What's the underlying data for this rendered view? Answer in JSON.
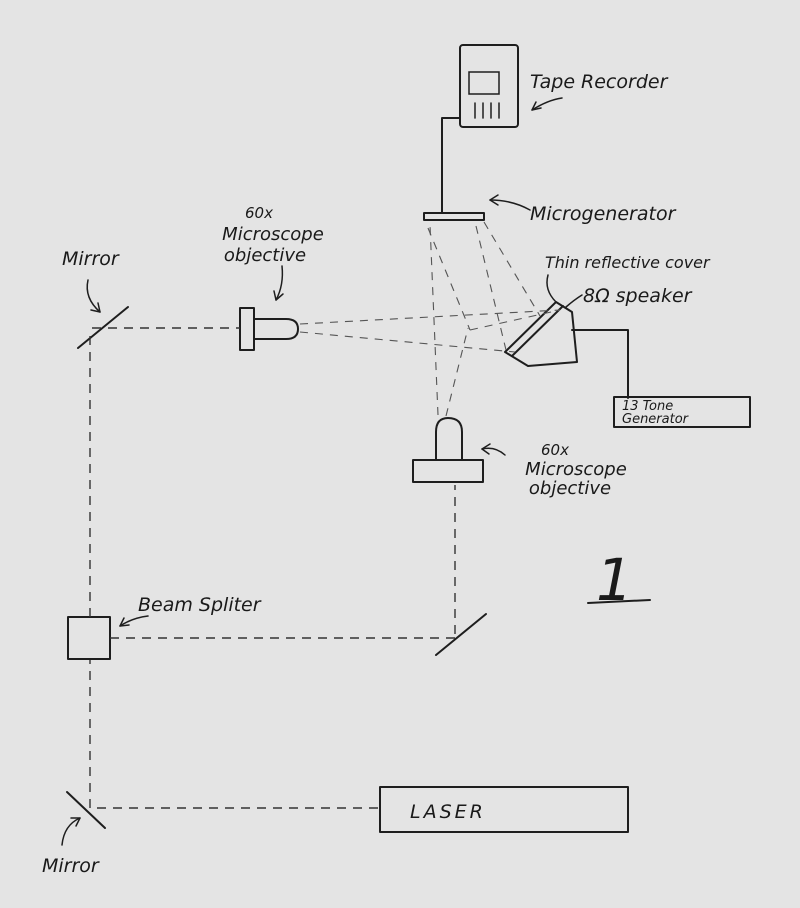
{
  "labels": {
    "tape_recorder": "Tape Recorder",
    "microgenerator": "Microgenerator",
    "thin_cover": "Thin reflective cover",
    "speaker": "8Ω speaker",
    "tone_gen_line1": "13 Tone",
    "tone_gen_line2": "Generator",
    "objective_top_mag": "60x",
    "objective_top_l1": "Microscope",
    "objective_top_l2": "objective",
    "objective_bottom_mag": "60x",
    "objective_bottom_l1": "Microscope",
    "objective_bottom_l2": "objective",
    "mirror_top": "Mirror",
    "mirror_bottom": "Mirror",
    "beam_splitter": "Beam Spliter",
    "laser": "LASER",
    "page_number": "1"
  },
  "colors": {
    "paper": "#e4e4e4",
    "ink": "#1e1e1e"
  }
}
